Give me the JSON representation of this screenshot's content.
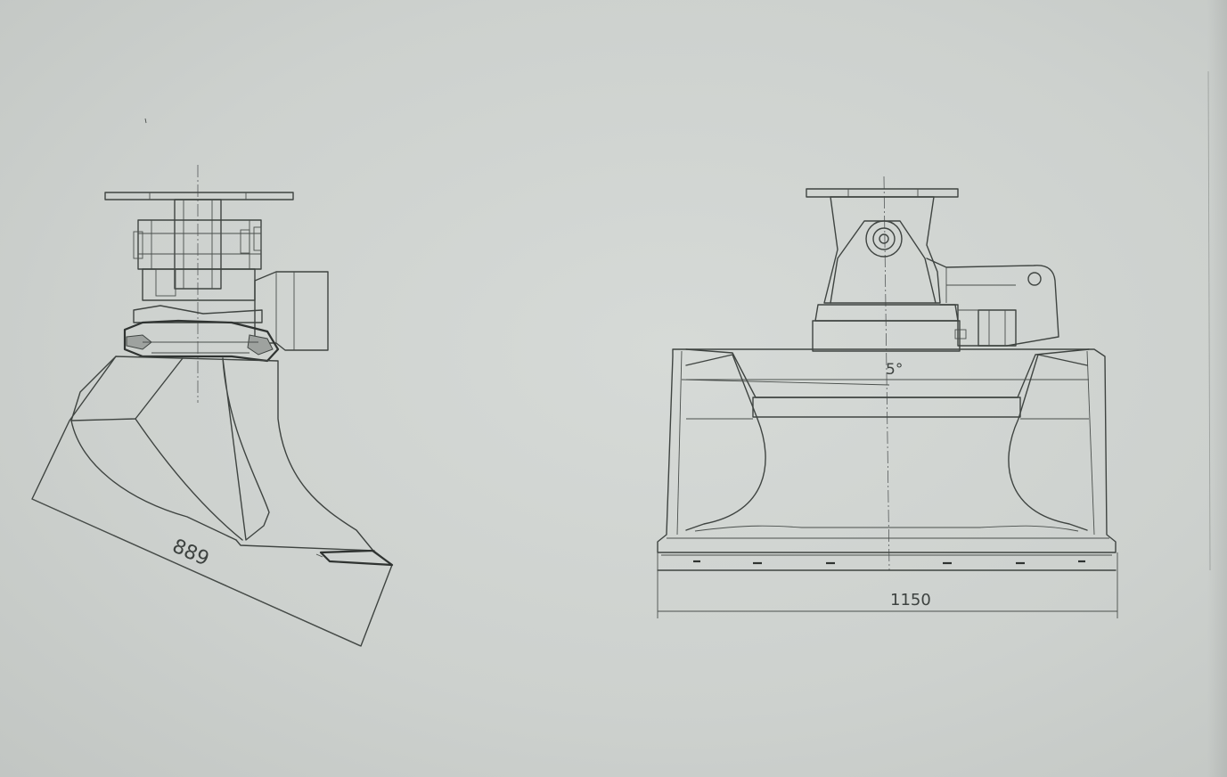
{
  "dimensions": {
    "side_view_diagonal": "889",
    "front_view_width": "1150",
    "tilt_angle": "5°"
  }
}
